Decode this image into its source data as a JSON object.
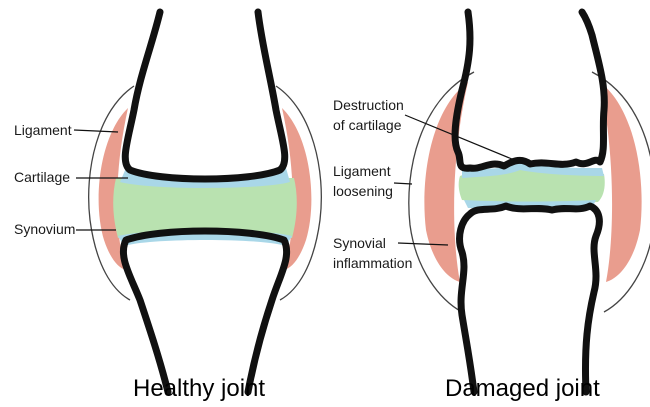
{
  "colors": {
    "bone_outline": "#111111",
    "synovium": "#e58c7a",
    "cartilage": "#a9d7e8",
    "joint_space": "#b9e2b0",
    "capsule": "#444444"
  },
  "healthy": {
    "caption": "Healthy joint",
    "labels": {
      "ligament": "Ligament",
      "cartilage": "Cartilage",
      "synovium": "Synovium"
    }
  },
  "damaged": {
    "caption": "Damaged joint",
    "labels": {
      "destruction_line1": "Destruction",
      "destruction_line2": "of cartilage",
      "ligament_line1": "Ligament",
      "ligament_line2": "loosening",
      "synovial_line1": "Synovial",
      "synovial_line2": "inflammation"
    }
  }
}
